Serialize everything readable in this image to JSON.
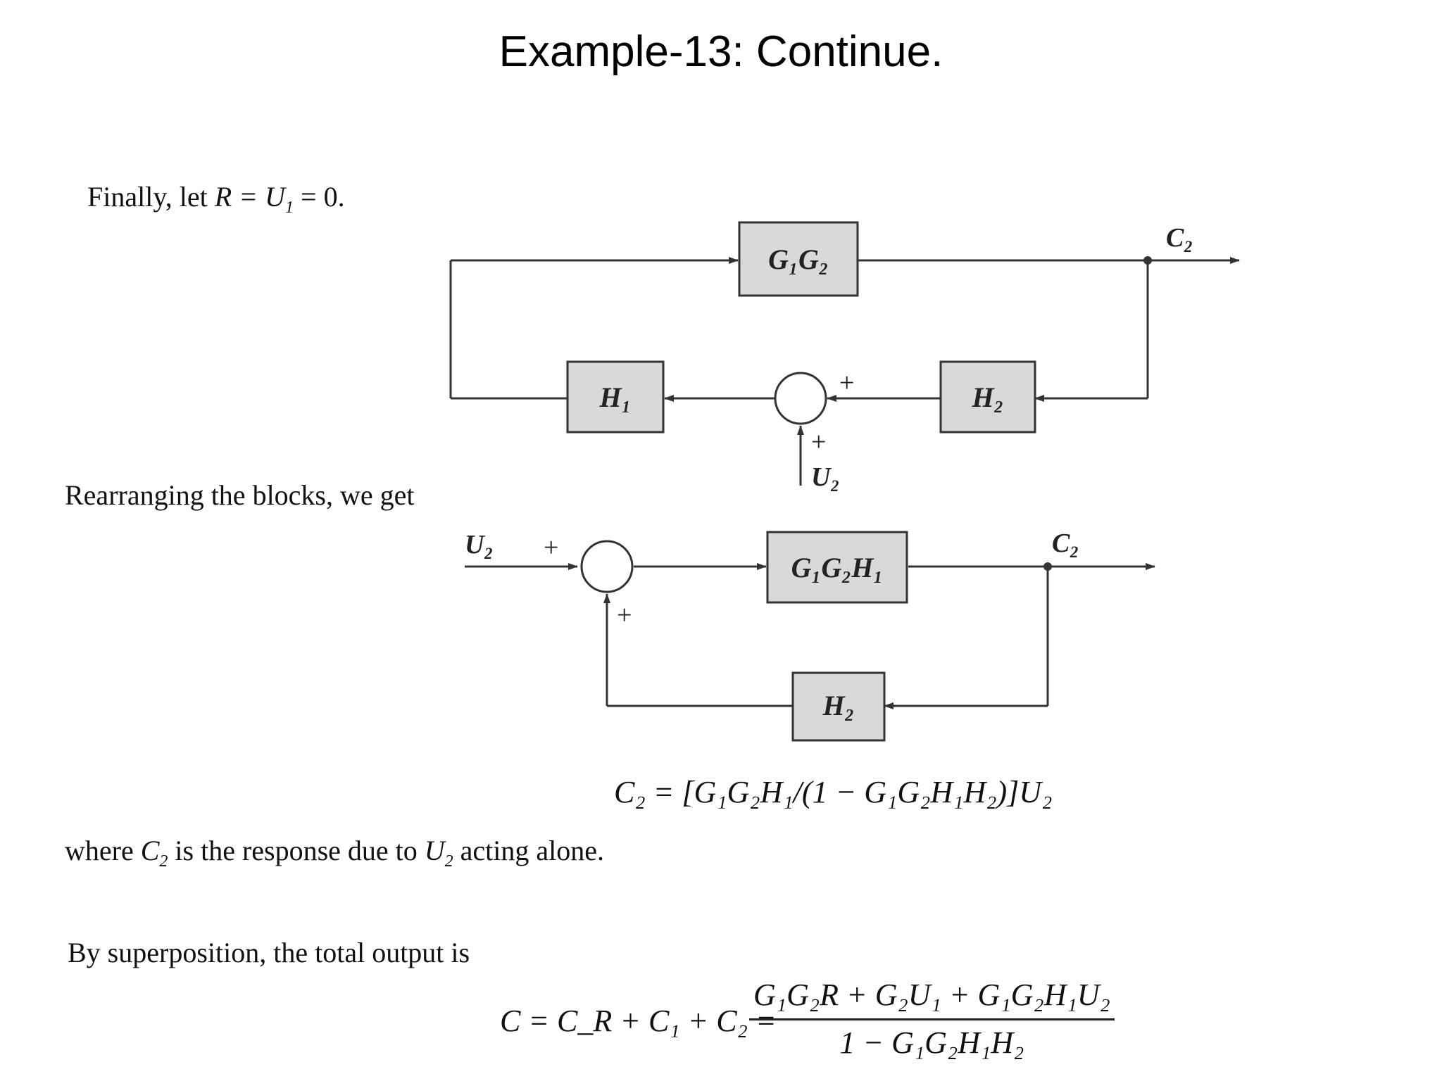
{
  "title": "Example-13: Continue.",
  "text": {
    "intro_prefix": "Finally, let",
    "intro_eq": "R = U",
    "intro_sub": "1",
    "intro_suffix": " = 0.",
    "rearranging": "Rearranging the blocks, we get",
    "where_a": "where",
    "where_c": "C",
    "where_c_sub": "2",
    "where_b": " is the response due to ",
    "where_u": "U",
    "where_u_sub": "2",
    "where_c2": " acting alone.",
    "superposition": "By superposition, the total output is"
  },
  "diagram1": {
    "blocks": {
      "forward": "G₁G₂",
      "h1": "H₁",
      "h2": "H₂"
    },
    "labels": {
      "output": "C₂",
      "input": "U₂",
      "plus_top": "+",
      "plus_bottom": "+"
    }
  },
  "diagram2": {
    "blocks": {
      "forward": "G₁G₂H₁",
      "feedback": "H₂"
    },
    "labels": {
      "input": "U₂",
      "output": "C₂",
      "plus_input": "+",
      "plus_feedback": "+"
    }
  },
  "equations": {
    "c2_expression": "C₂ = [G₁G₂H₁/(1 − G₁G₂H₁H₂)]U₂",
    "total_lhs": "C = C_R + C₁ + C₂ =",
    "total_numerator": "G₁G₂R + G₂U₁ + G₁G₂H₁U₂",
    "total_denominator": "1 − G₁G₂H₁H₂"
  },
  "colors": {
    "block_fill": "#d9d9d9",
    "line": "#333333",
    "text": "#111111"
  }
}
